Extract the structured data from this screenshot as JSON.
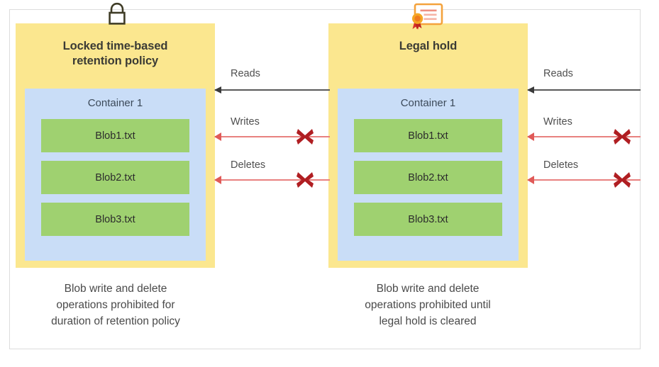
{
  "diagram": {
    "title_hidden": "",
    "colors": {
      "panel_yellow": "#FBE78F",
      "container_blue": "#C9DDF7",
      "blob_green": "#9FD170",
      "read_arrow": "#595959",
      "blocked_arrow": "#E8817F",
      "x_mark": "#B01E22",
      "frame_border": "#DCDCDC",
      "cert_orange": "#F5A623"
    },
    "panels": [
      {
        "id": "locked-time-based-retention-policy",
        "icon": "padlock-icon",
        "title": "Locked time-based\nretention policy",
        "title_line1": "Locked time-based",
        "title_line2": "retention policy",
        "container": {
          "label": "Container 1",
          "blobs": [
            {
              "label": "Blob1.txt"
            },
            {
              "label": "Blob2.txt"
            },
            {
              "label": "Blob3.txt"
            }
          ]
        },
        "caption_line1": "Blob write and delete",
        "caption_line2": "operations prohibited for",
        "caption_line3": "duration of retention policy"
      },
      {
        "id": "legal-hold",
        "icon": "certificate-seal-icon",
        "title": "Legal hold",
        "title_line1": "Legal hold",
        "title_line2": "",
        "container": {
          "label": "Container 1",
          "blobs": [
            {
              "label": "Blob1.txt"
            },
            {
              "label": "Blob2.txt"
            },
            {
              "label": "Blob3.txt"
            }
          ]
        },
        "caption_line1": "Blob write and delete",
        "caption_line2": "operations prohibited until",
        "caption_line3": "legal hold is cleared"
      }
    ],
    "arrow_groups": [
      {
        "id": "middle-arrows",
        "operations": [
          {
            "label": "Reads",
            "blocked": false
          },
          {
            "label": "Writes",
            "blocked": true
          },
          {
            "label": "Deletes",
            "blocked": true
          }
        ]
      },
      {
        "id": "right-arrows",
        "operations": [
          {
            "label": "Reads",
            "blocked": false
          },
          {
            "label": "Writes",
            "blocked": true
          },
          {
            "label": "Deletes",
            "blocked": true
          }
        ]
      }
    ]
  }
}
